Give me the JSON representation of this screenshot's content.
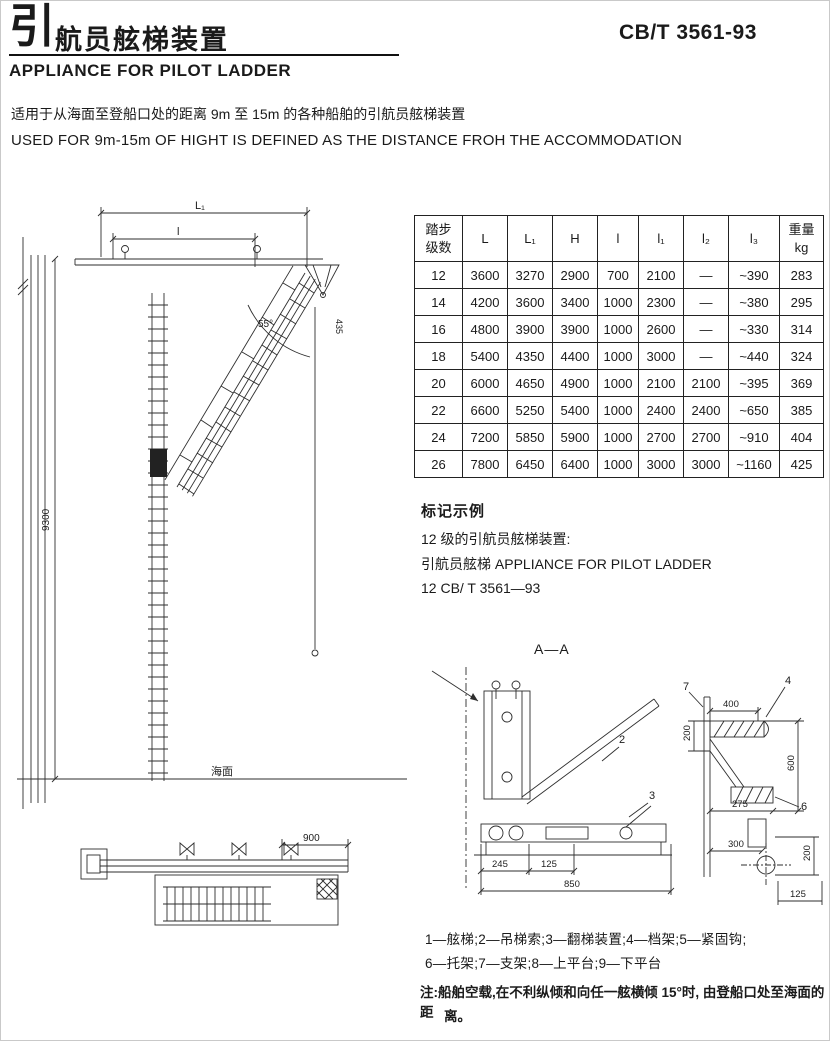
{
  "header": {
    "title_big": "引",
    "title_rest": "航员舷梯装置",
    "title_en": "APPLIANCE FOR PILOT LADDER",
    "standard": "CB/T 3561-93"
  },
  "intro": {
    "cn": "适用于从海面至登船口处的距离 9m 至 15m 的各种船舶的引航员舷梯装置",
    "en": "USED FOR 9m-15m OF HIGHT IS DEFINED AS THE DISTANCE FROH THE ACCOMMODATION"
  },
  "table": {
    "headers": [
      "踏步\n级数",
      "L",
      "L₁",
      "H",
      "l",
      "l₁",
      "l₂",
      "l₃",
      "重量\nkg"
    ],
    "rows": [
      [
        "12",
        "3600",
        "3270",
        "2900",
        "700",
        "2100",
        "—",
        "~390",
        "283"
      ],
      [
        "14",
        "4200",
        "3600",
        "3400",
        "1000",
        "2300",
        "—",
        "~380",
        "295"
      ],
      [
        "16",
        "4800",
        "3900",
        "3900",
        "1000",
        "2600",
        "—",
        "~330",
        "314"
      ],
      [
        "18",
        "5400",
        "4350",
        "4400",
        "1000",
        "3000",
        "—",
        "~440",
        "324"
      ],
      [
        "20",
        "6000",
        "4650",
        "4900",
        "1000",
        "2100",
        "2100",
        "~395",
        "369"
      ],
      [
        "22",
        "6600",
        "5250",
        "5400",
        "1000",
        "2400",
        "2400",
        "~650",
        "385"
      ],
      [
        "24",
        "7200",
        "5850",
        "5900",
        "1000",
        "2700",
        "2700",
        "~910",
        "404"
      ],
      [
        "26",
        "7800",
        "6450",
        "6400",
        "1000",
        "3000",
        "3000",
        "~1160",
        "425"
      ]
    ]
  },
  "marking": {
    "title": "标记示例",
    "line1": "12 级的引航员舷梯装置:",
    "line2": "引航员舷梯 APPLIANCE FOR PILOT LADDER",
    "line3": "12 CB/ T 3561—93"
  },
  "section": {
    "label": "A—A"
  },
  "legend": {
    "line1": "1—舷梯;2—吊梯索;3—翻梯装置;4—档架;5—紧固钩;",
    "line2": "6—托架;7—支架;8—上平台;9—下平台"
  },
  "note": {
    "line1": "注:船舶空载,在不利纵倾和向任一舷横倾 15°时, 由登船口处至海面的距",
    "line2": "离。"
  },
  "main_drawing": {
    "dim_L1": "L₁",
    "dim_l": "l",
    "dim_435": "435",
    "angle_55": "55°",
    "dim_9300": "9300",
    "sea_label": "海面",
    "dim_900": "900"
  },
  "section_drawing": {
    "callout_2": "2",
    "callout_3": "3",
    "callout_4": "4",
    "callout_6": "6",
    "callout_7": "7",
    "dim_245": "245",
    "dim_125a": "125",
    "dim_850": "850",
    "dim_400": "400",
    "dim_200a": "200",
    "dim_600": "600",
    "dim_275": "275",
    "dim_300": "300",
    "dim_200b": "200",
    "dim_125b": "125"
  }
}
